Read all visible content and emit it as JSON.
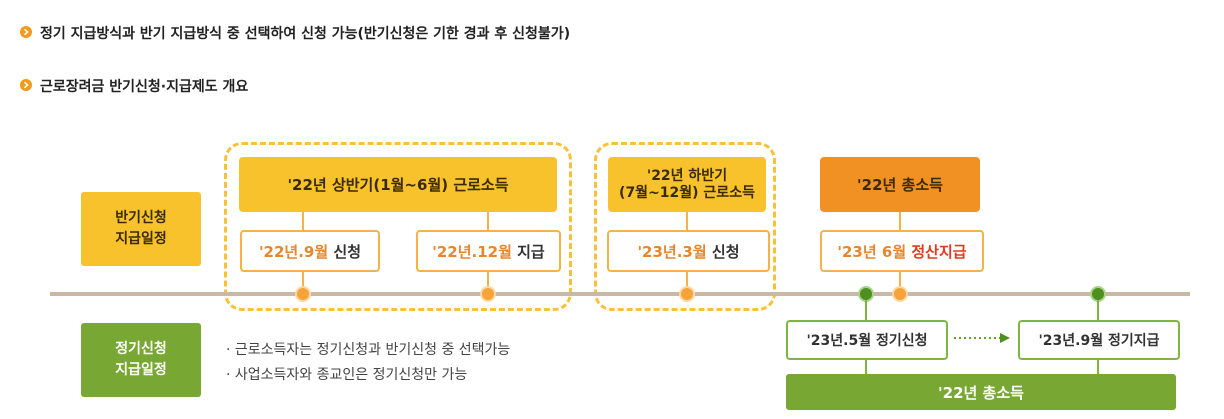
{
  "headings": {
    "line1": "정기 지급방식과 반기 지급방식 중 선택하여 신청 가능(반기신청은 기한 경과 후 신청불가)",
    "line2": "근로장려금 반기신청·지급제도 개요"
  },
  "rows": {
    "half_label_1": "반기신청",
    "half_label_2": "지급일정",
    "regular_label_1": "정기신청",
    "regular_label_2": "지급일정"
  },
  "half": {
    "h1_income": "'22년 상반기(1월~6월) 근로소득",
    "h1_apply_date": "'22년.9월",
    "h1_apply_word": "신청",
    "h1_pay_date": "'22년.12월",
    "h1_pay_word": "지급",
    "h2_income_1": "'22년 하반기",
    "h2_income_2": "(7월~12월) 근로소득",
    "h2_apply_date": "'23년.3월",
    "h2_apply_word": "신청",
    "total_income": "'22년 총소득",
    "settle_date": "'23년 6월",
    "settle_word": "정산지급"
  },
  "regular": {
    "apply": "'23년.5월 정기신청",
    "pay": "'23년.9월 정기지급",
    "total_income": "'22년 총소득"
  },
  "notes": {
    "n1": "· 근로소득자는 정기신청과 반기신청 중 선택가능",
    "n2": "· 사업소득자와 종교인은 정기신청만 가능"
  },
  "icons": {
    "bullet": "chevron-right-circle-icon",
    "arrow": "dotted-arrow-right-icon"
  },
  "colors": {
    "yellow": "#f7c22c",
    "orange": "#f29123",
    "green": "#78a833",
    "accent_text": "#e8862a",
    "red_text": "#e23a1f"
  }
}
